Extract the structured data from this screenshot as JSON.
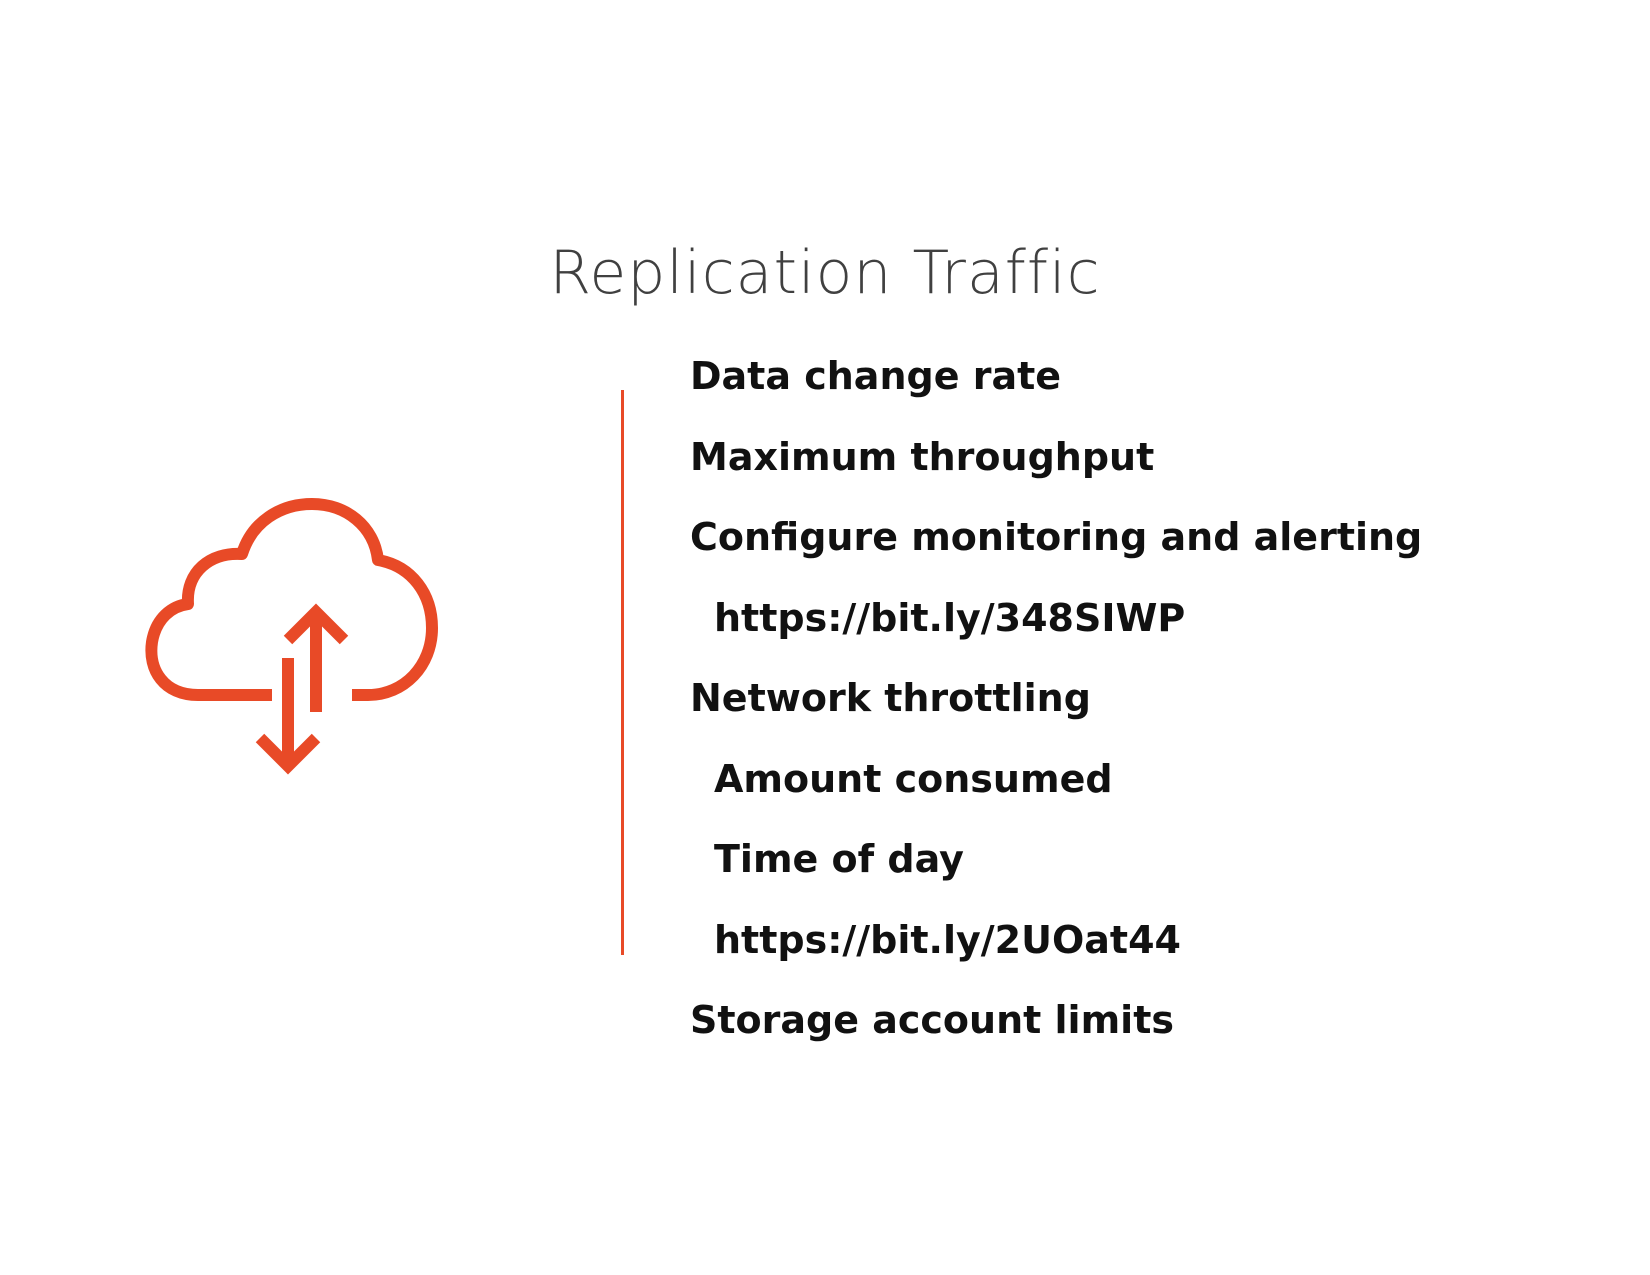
{
  "slide": {
    "title": "Replication Traffic",
    "icon": "cloud-upload-download-icon",
    "accent_color": "#E84A27",
    "items": [
      {
        "text": "Data change rate",
        "level": 1
      },
      {
        "text": "Maximum throughput",
        "level": 1
      },
      {
        "text": "Configure monitoring and alerting",
        "level": 1
      },
      {
        "text": "https://bit.ly/348SIWP",
        "level": 2
      },
      {
        "text": "Network throttling",
        "level": 1
      },
      {
        "text": "Amount consumed",
        "level": 2
      },
      {
        "text": "Time of day",
        "level": 2
      },
      {
        "text": "https://bit.ly/2UOat44",
        "level": 2
      },
      {
        "text": "Storage account limits",
        "level": 1
      }
    ]
  }
}
